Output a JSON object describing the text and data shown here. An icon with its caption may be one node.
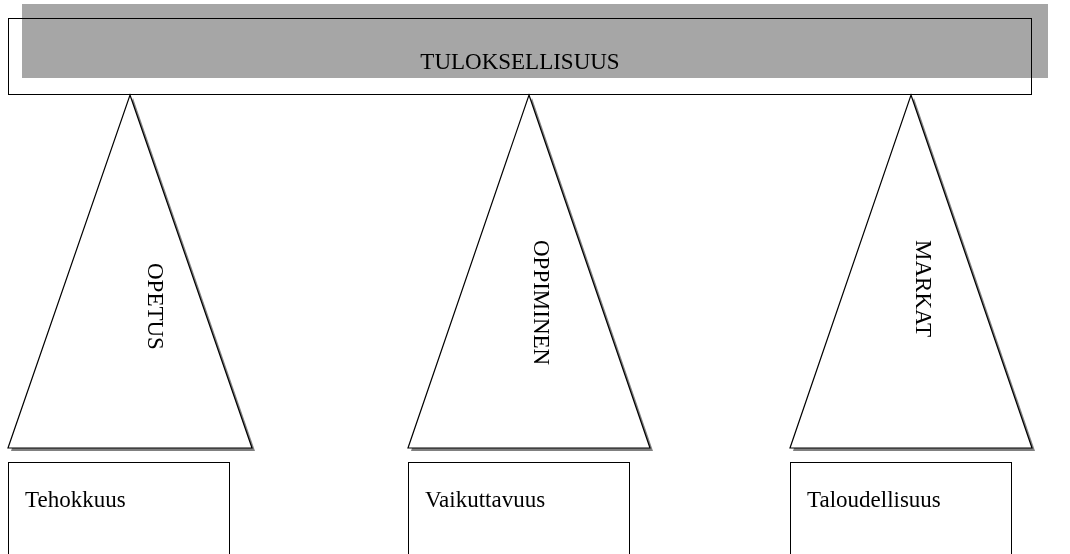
{
  "diagram": {
    "nodes": [
      {
        "text": [
          "TULOKSELLISUUS"
        ]
      },
      {
        "text": [
          "OPETUS"
        ]
      },
      {
        "text": [
          "OPPIMINEN"
        ]
      },
      {
        "text": [
          "MARKAT"
        ]
      },
      {
        "text": [
          "Tehokkuus"
        ]
      },
      {
        "text": [
          "Vaikuttavuus"
        ]
      },
      {
        "text": [
          "Taloudellisuus"
        ]
      }
    ]
  }
}
